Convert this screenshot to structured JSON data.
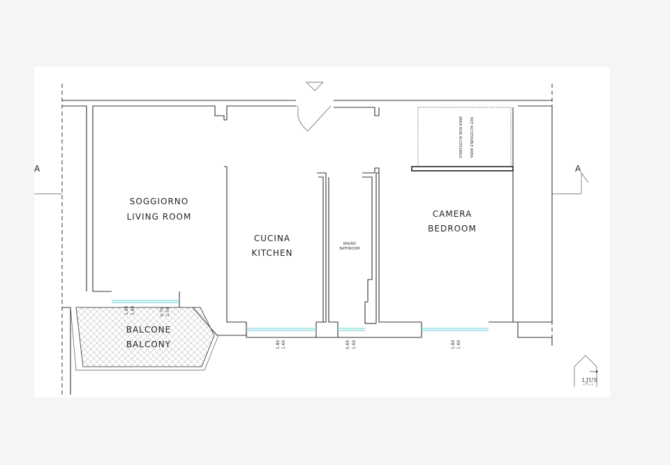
{
  "rooms": {
    "soggiorno": [
      "SOGGIORNO",
      "LIVING ROOM"
    ],
    "cucina": [
      "CUCINA",
      "KITCHEN"
    ],
    "camera": [
      "CAMERA",
      "BEDROOM"
    ],
    "bagno": [
      "BAGNO",
      "BATHROOM"
    ],
    "balcone": [
      "BALCONE",
      "BALCONY"
    ]
  },
  "non_accessible": [
    "AREA NON ACCESSIBILE",
    "NOT ACCESSIBLE AREA"
  ],
  "section_marker": "A",
  "dimensions": {
    "balcony_win1": [
      "1.00",
      "1.60"
    ],
    "balcony_win2": [
      "0.75",
      "2.54"
    ],
    "kitchen_win": [
      "1.80",
      "1.60"
    ],
    "bath_win": [
      "0.60",
      "1.60"
    ],
    "bed_win": [
      "1.80",
      "1.60"
    ]
  },
  "logo": {
    "name": "LJUS",
    "sub": "HOME"
  },
  "colors": {
    "wall": "#333333",
    "window": "#7fd6dd",
    "sheet": "#ffffff",
    "background": "#f7f5f3"
  }
}
